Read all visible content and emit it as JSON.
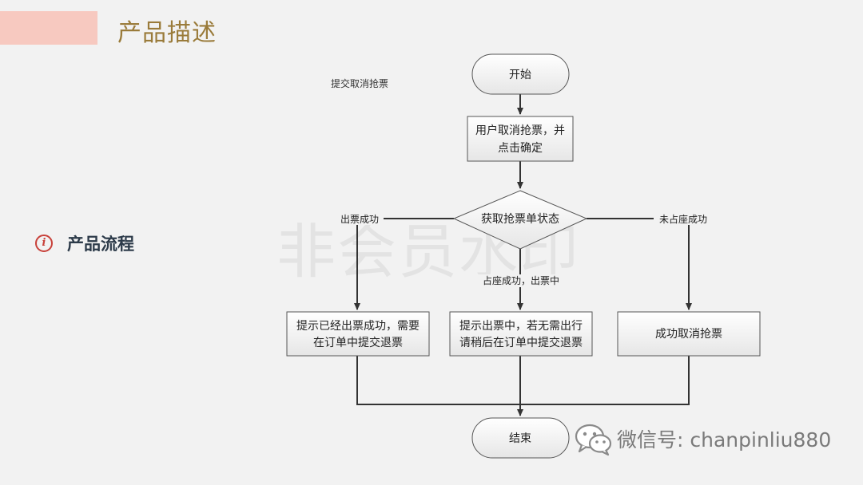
{
  "header": {
    "title": "产品描述"
  },
  "section": {
    "label": "产品流程"
  },
  "flow": {
    "caption": "提交取消抢票",
    "start": "开始",
    "step1_line1": "用户取消抢票，并",
    "step1_line2": "点击确定",
    "decision": "获取抢票单状态",
    "branch_left_label": "出票成功",
    "branch_right_label": "未占座成功",
    "branch_mid_label": "占座成功，出票中",
    "box_left_line1": "提示已经出票成功，需要",
    "box_left_line2": "在订单中提交退票",
    "box_mid_line1": "提示出票中，若无需出行",
    "box_mid_line2": "请稍后在订单中提交退票",
    "box_right": "成功取消抢票",
    "end": "结束"
  },
  "watermark": "非会员水印",
  "footer": {
    "text": "微信号: chanpinliu880",
    "icon": "wechat-icon"
  },
  "colors": {
    "accent_bar": "#f7c9c0",
    "title": "#9a7b3a",
    "info_icon": "#c8413a"
  }
}
